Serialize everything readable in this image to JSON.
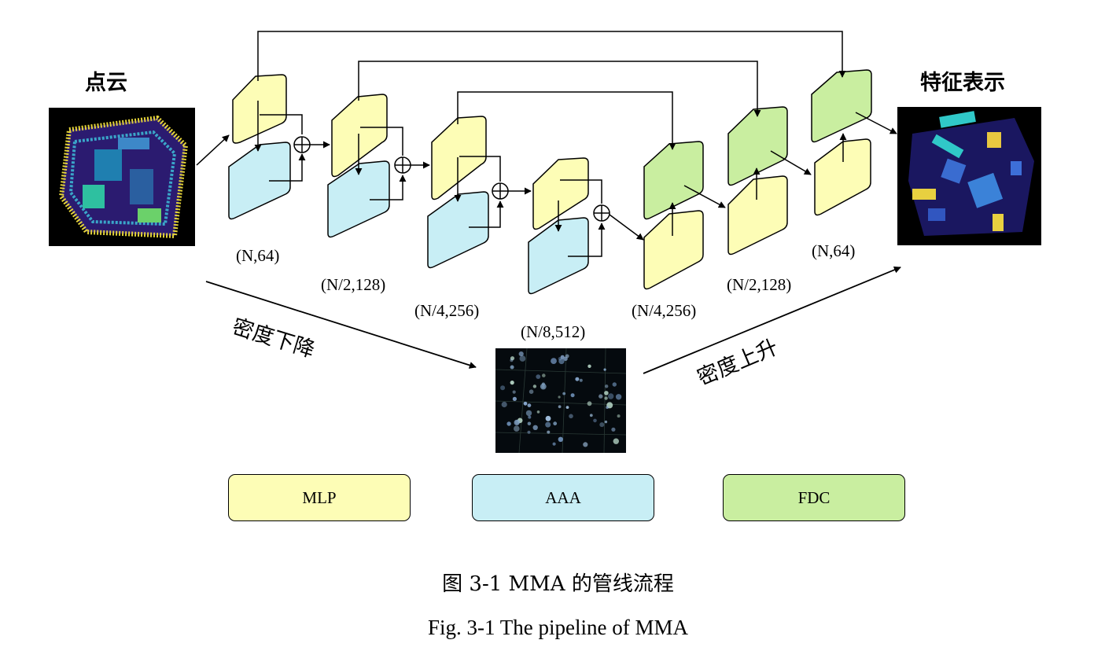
{
  "labels": {
    "input": "点云",
    "output": "特征表示",
    "downsample": "密度下降",
    "upsample": "密度上升"
  },
  "dims": {
    "enc1": "(N,64)",
    "enc2": "(N/2,128)",
    "enc3": "(N/4,256)",
    "enc4": "(N/8,512)",
    "dec1": "(N/4,256)",
    "dec2": "(N/2,128)",
    "dec3": "(N,64)"
  },
  "legend": {
    "mlp": "MLP",
    "aaa": "AAA",
    "fdc": "FDC"
  },
  "colors": {
    "mlp": "#fdfdb6",
    "aaa": "#c8eef5",
    "fdc": "#c9eea0"
  },
  "caption": {
    "zh": "图 3-1 MMA 的管线流程",
    "en": "Fig. 3-1 The pipeline of MMA"
  }
}
